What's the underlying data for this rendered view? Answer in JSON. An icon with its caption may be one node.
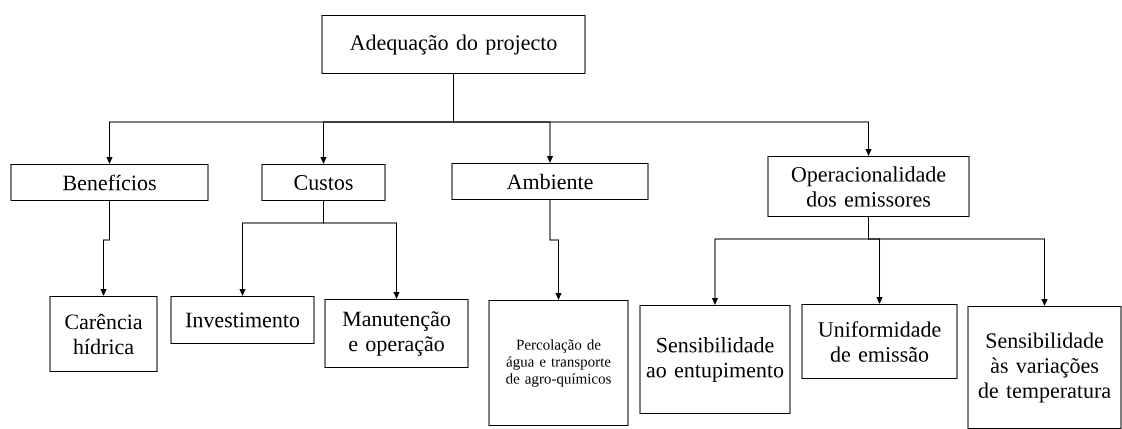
{
  "diagram": {
    "nodes": [
      {
        "text": [
          "Adequação do projecto"
        ]
      },
      {
        "text": [
          "Benefícios"
        ]
      },
      {
        "text": [
          "Custos"
        ]
      },
      {
        "text": [
          "Ambiente"
        ]
      },
      {
        "text": [
          "Operacionalidade dos emissores"
        ]
      },
      {
        "text": [
          "Carência hídrica"
        ]
      },
      {
        "text": [
          "Investimento"
        ]
      },
      {
        "text": [
          "Manutenção e operação"
        ]
      },
      {
        "text": [
          "Percolação de água e transporte de agro-químicos"
        ]
      },
      {
        "text": [
          "Sensibilidade ao entupimento"
        ]
      },
      {
        "text": [
          "Uniformidade de emissão"
        ]
      },
      {
        "text": [
          "Sensibilidade às variações de temperatura"
        ]
      }
    ],
    "edges": [
      {
        "from": 0,
        "to": 1,
        "arrow": "to"
      },
      {
        "from": 0,
        "to": 2,
        "arrow": "to"
      },
      {
        "from": 0,
        "to": 3,
        "arrow": "to"
      },
      {
        "from": 0,
        "to": 4,
        "arrow": "to"
      },
      {
        "from": 1,
        "to": 5,
        "arrow": "to"
      },
      {
        "from": 2,
        "to": 6,
        "arrow": "to"
      },
      {
        "from": 2,
        "to": 7,
        "arrow": "to"
      },
      {
        "from": 3,
        "to": 8,
        "arrow": "to"
      },
      {
        "from": 4,
        "to": 9,
        "arrow": "to"
      },
      {
        "from": 4,
        "to": 10,
        "arrow": "to"
      },
      {
        "from": 4,
        "to": 11,
        "arrow": "to"
      }
    ]
  }
}
